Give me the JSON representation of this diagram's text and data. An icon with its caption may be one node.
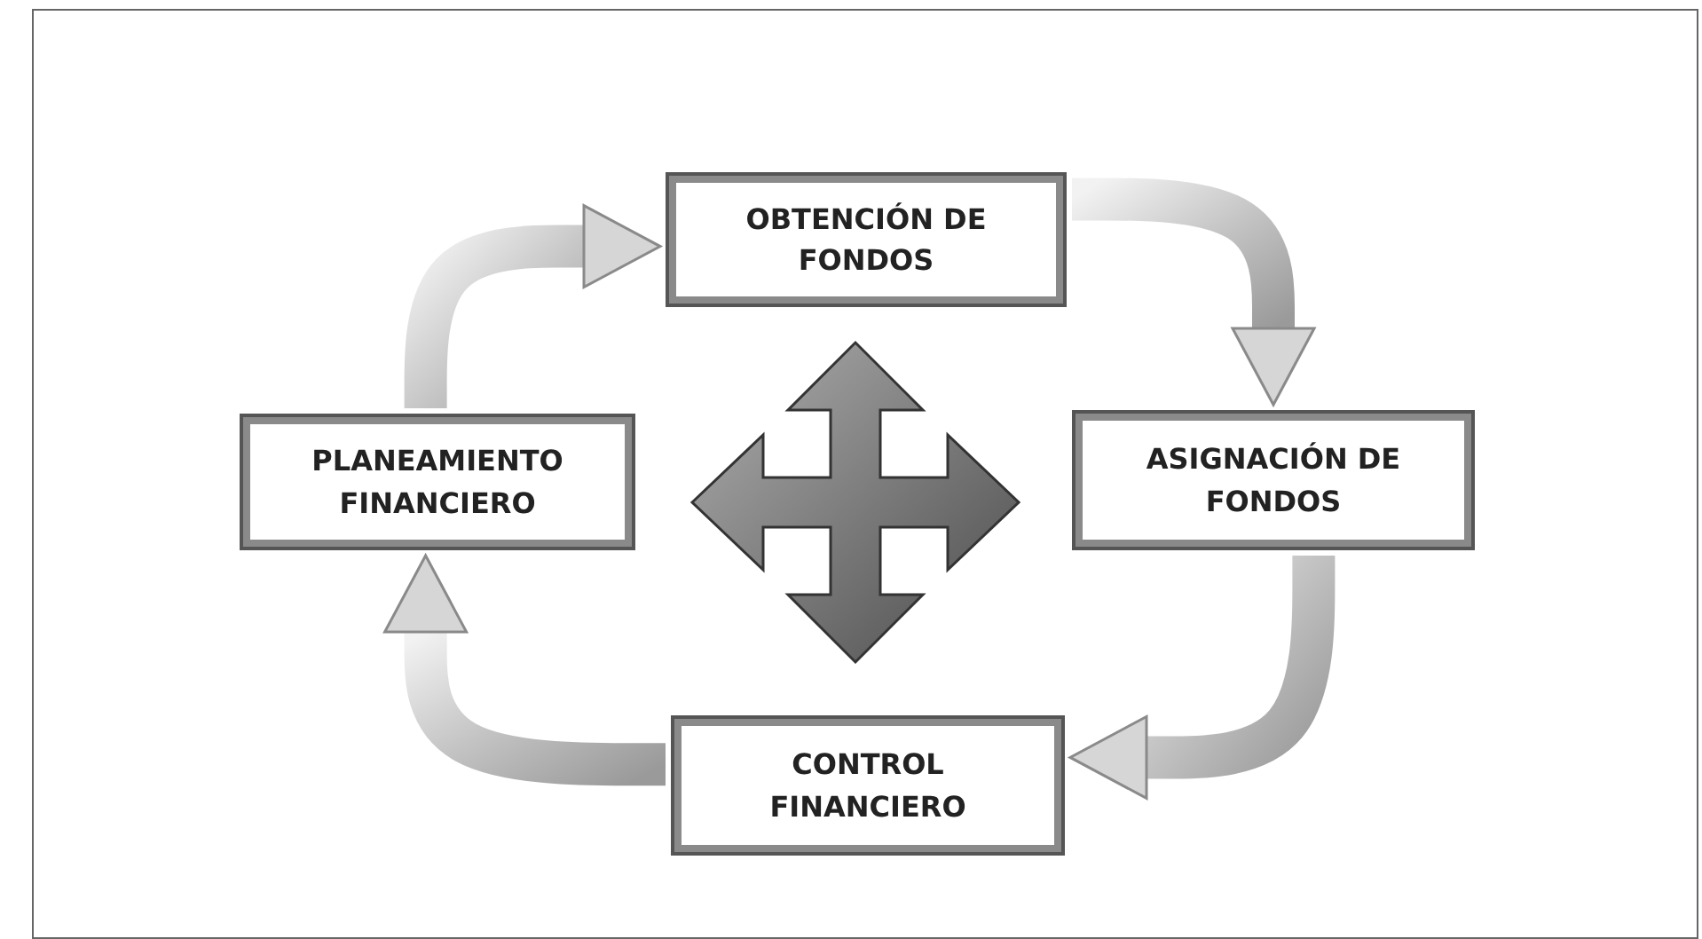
{
  "diagram": {
    "nodes": [
      {
        "text": [
          "OBTENCIÓN DE FONDOS"
        ]
      },
      {
        "text": [
          "PLANEAMIENTO FINANCIERO"
        ]
      },
      {
        "text": [
          "ASIGNACIÓN DE FONDOS"
        ]
      },
      {
        "text": [
          "CONTROL FINANCIERO"
        ]
      }
    ],
    "edges": [
      {
        "from": 1,
        "to": 0,
        "arrow": "to"
      },
      {
        "from": 0,
        "to": 2,
        "arrow": "to"
      },
      {
        "from": 2,
        "to": 3,
        "arrow": "to"
      },
      {
        "from": 3,
        "to": 1,
        "arrow": "to"
      }
    ]
  }
}
